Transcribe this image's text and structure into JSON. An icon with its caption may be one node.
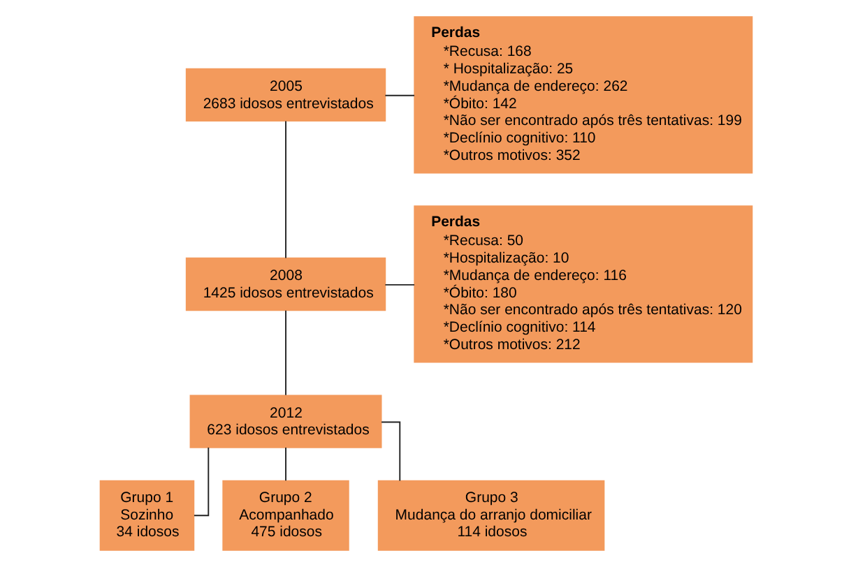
{
  "diagram": {
    "nodes": [
      {
        "text": [
          "Perdas",
          "*Recusa: 168",
          "* Hospitalização: 25",
          "*Mudança de endereço: 262",
          "*Óbito: 142",
          "*Não ser encontrado após três tentativas: 199",
          "*Declínio cognitivo: 110",
          "*Outros motivos: 352"
        ]
      },
      {
        "text": [
          "2005",
          "2683 idosos entrevistados"
        ]
      },
      {
        "text": [
          "2008",
          "1425 idosos entrevistados"
        ]
      },
      {
        "text": [
          "Perdas",
          "*Recusa: 50",
          "*Hospitalização: 10",
          "*Mudança de endereço: 116",
          "*Óbito: 180",
          "*Não ser encontrado após três tentativas: 120",
          "*Declínio cognitivo: 114",
          "*Outros motivos: 212"
        ]
      },
      {
        "text": [
          "2012",
          "623 idosos entrevistados"
        ]
      },
      {
        "text": [
          "Grupo 1",
          "Sozinho",
          "34 idosos"
        ]
      },
      {
        "text": [
          "Grupo 2",
          "Acompanhado",
          "475 idosos"
        ]
      },
      {
        "text": [
          "Grupo 3",
          "Mudança do arranjo domiciliar",
          "114 idosos"
        ]
      }
    ],
    "edges": [
      {
        "from": 1,
        "to": 0,
        "arrow": "none"
      },
      {
        "from": 1,
        "to": 2,
        "arrow": "none"
      },
      {
        "from": 2,
        "to": 3,
        "arrow": "none"
      },
      {
        "from": 2,
        "to": 4,
        "arrow": "none"
      },
      {
        "from": 4,
        "to": 5,
        "arrow": "none"
      },
      {
        "from": 4,
        "to": 6,
        "arrow": "none"
      },
      {
        "from": 4,
        "to": 7,
        "arrow": "none"
      }
    ]
  }
}
